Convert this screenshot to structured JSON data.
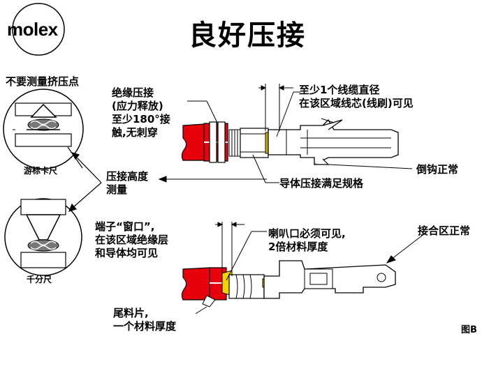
{
  "logo": {
    "text": "molex"
  },
  "title": "良好压接",
  "top": {
    "measure_point": "不要测量挤压点",
    "caliper": "游标卡尺",
    "insulation_crimp": [
      "绝缘压接",
      "(应力释放)",
      "至少180°接",
      "触,无刺穿"
    ],
    "min_cable_diameter": [
      "至少1个线缆直径",
      "在该区域线芯(线刷)可见"
    ],
    "barb": "倒钩正常",
    "crimp_height": [
      "压接高度",
      "测量"
    ],
    "conductor_crimp": "导体压接满足规格"
  },
  "bottom": {
    "micrometer": "千分尺",
    "window": [
      "端子“窗口”,",
      "在该区域绝缘层",
      "和导体均可见"
    ],
    "bellmouth": [
      "喇叭口必须可见,",
      "2倍材料厚度"
    ],
    "mating": "接合区正常",
    "tail": [
      "尾料片,",
      "一个材料厚度"
    ],
    "figure": "图B"
  },
  "colors": {
    "insulation": "#e8000d",
    "conductor": "#f0d400",
    "line": "#000000"
  }
}
